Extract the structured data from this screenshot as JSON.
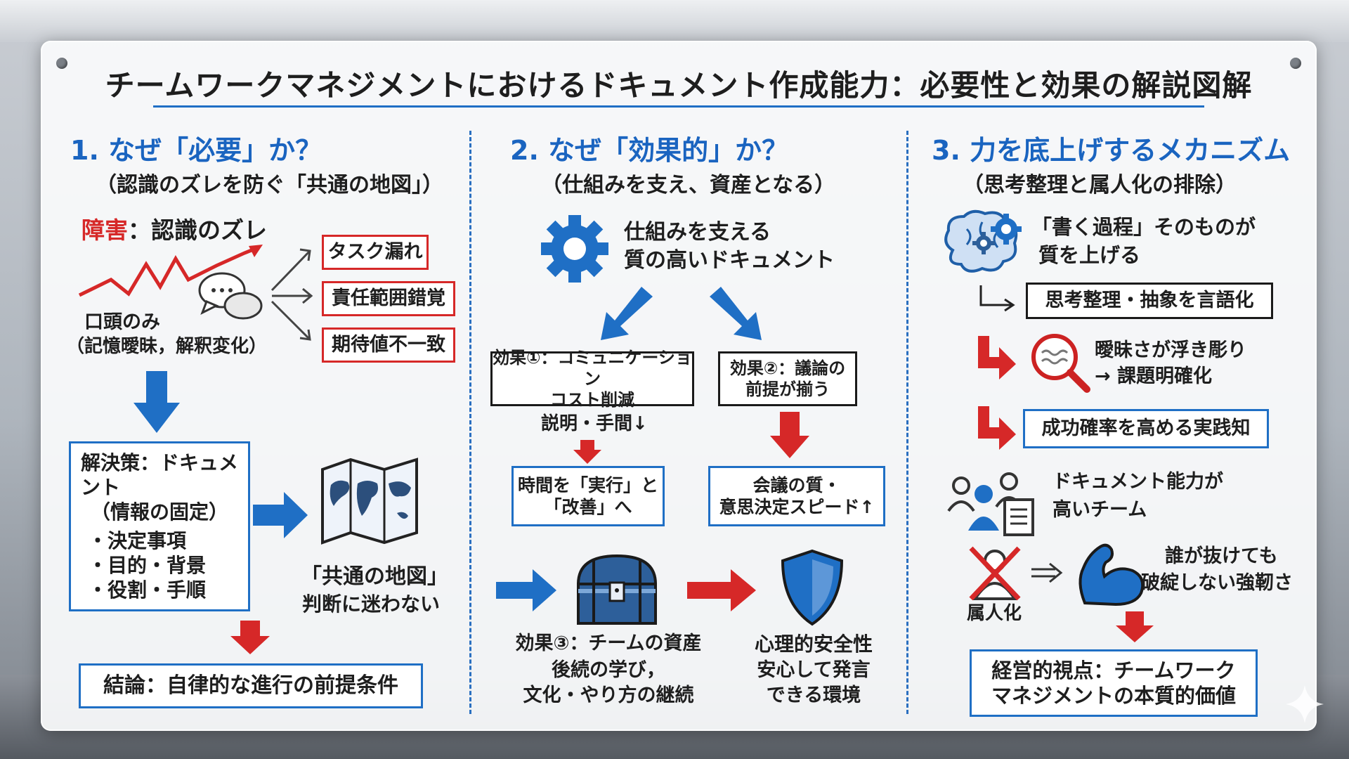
{
  "title": "チームワークマネジメントにおけるドキュメント作成能力：必要性と効果の解説図解",
  "sections": [
    {
      "heading": "1. なぜ「必要」か？",
      "subheading": "（認識のズレを防ぐ「共通の地図」）",
      "obstacle_prefix": "障害",
      "obstacle_rest": "：認識のズレ",
      "verbal_only": "口頭のみ",
      "verbal_detail": "（記憶曖昧，解釈変化）",
      "problems": [
        "タスク漏れ",
        "責任範囲錯覚",
        "期待値不一致"
      ],
      "solution_title": "解決策：ドキュメント",
      "solution_subtitle": "（情報の固定）",
      "solution_items": [
        "・決定事項",
        "・目的・背景",
        "・役割・手順"
      ],
      "map_label": "「共通の地図」",
      "map_caption": "判断に迷わない",
      "conclusion": "結論：自律的な進行の前提条件"
    },
    {
      "heading": "2. なぜ「効果的」か？",
      "subheading": "（仕組みを支え、資産となる）",
      "core_line1": "仕組みを支える",
      "core_line2": "質の高いドキュメント",
      "effect1_line1": "効果①：コミュニケーション",
      "effect1_line2": "コスト削減",
      "effect1_note": "説明・手間↓",
      "effect1_result_line1": "時間を「実行」と",
      "effect1_result_line2": "「改善」へ",
      "effect2_line1": "効果②：議論の",
      "effect2_line2": "前提が揃う",
      "effect2_result_line1": "会議の質・",
      "effect2_result_line2": "意思決定スピード↑",
      "effect3_line1": "効果③：チームの資産",
      "effect3_line2": "後続の学び，",
      "effect3_line3": "文化・やり方の継続",
      "safety_line1": "心理的安全性",
      "safety_line2": "安心して発言",
      "safety_line3": "できる環境"
    },
    {
      "heading": "3. 力を底上げするメカニズム",
      "subheading": "（思考整理と属人化の排除）",
      "process_line1": "「書く過程」そのものが",
      "process_line2": "質を上げる",
      "step1": "思考整理・抽象を言語化",
      "step2_line1": "曖昧さが浮き彫り",
      "step2_line2": "→ 課題明確化",
      "step3": "成功確率を高める実践知",
      "team_line1": "ドキュメント能力が",
      "team_line2": "高いチーム",
      "silo_label": "属人化",
      "resilience_line1": "誰が抜けても",
      "resilience_line2": "破綻しない強靭さ",
      "management_line1": "経営的視点：チームワーク",
      "management_line2": "マネジメントの本質的価値"
    }
  ],
  "colors": {
    "accent_blue": "#1f6fc5",
    "accent_red": "#d62828",
    "ink": "#1e1e1e"
  },
  "icons": [
    "speech-bubbles-icon",
    "world-map-icon",
    "gear-icon",
    "treasure-chest-icon",
    "shield-icon",
    "brain-gears-icon",
    "magnifier-icon",
    "team-document-icon",
    "crossed-person-icon",
    "strong-arm-icon"
  ]
}
